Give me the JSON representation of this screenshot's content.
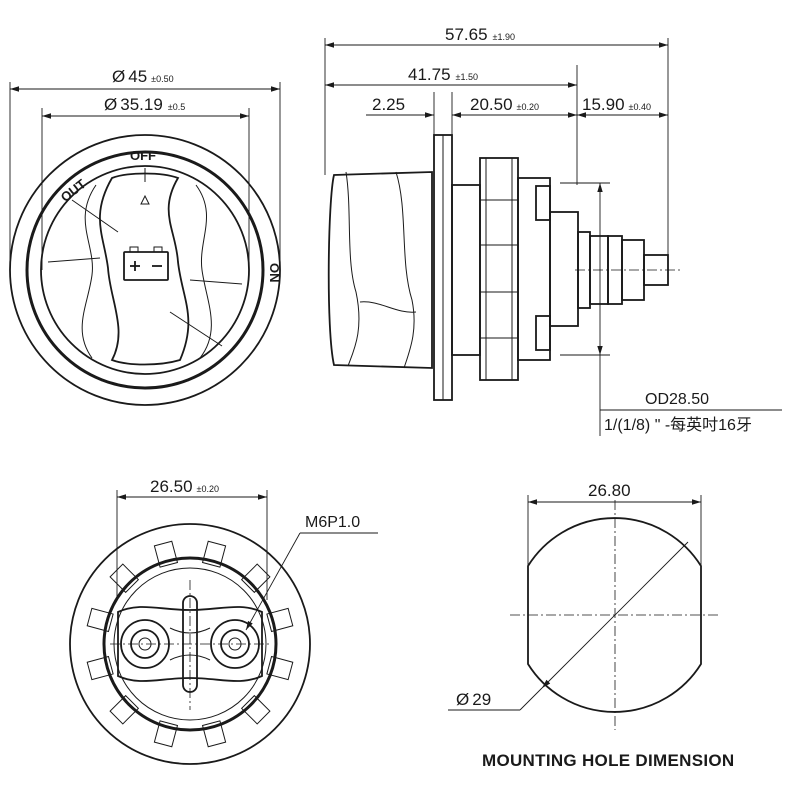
{
  "front_view": {
    "outer_dia": {
      "symbol": "Ø",
      "value": "45",
      "tol": "±0.50"
    },
    "inner_dia": {
      "symbol": "Ø",
      "value": "35.19",
      "tol": "±0.5"
    },
    "labels": {
      "out": "OUT",
      "off": "OFF",
      "on": "ON"
    }
  },
  "side_view": {
    "overall": {
      "value": "57.65",
      "tol": "±1.90"
    },
    "length2": {
      "value": "41.75",
      "tol": "±1.50"
    },
    "flange": {
      "value": "2.25"
    },
    "body": {
      "value": "20.50",
      "tol": "±0.20"
    },
    "stud": {
      "value": "15.90",
      "tol": "±0.40"
    },
    "od": "OD28.50",
    "thread": "1/(1/8) \" -每英吋16牙"
  },
  "rear_view": {
    "width": {
      "value": "26.50",
      "tol": "±0.20"
    },
    "stud_thread": "M6P1.0"
  },
  "mounting_hole": {
    "width": "26.80",
    "dia": {
      "symbol": "Ø",
      "value": "29"
    },
    "title": "MOUNTING HOLE DIMENSION"
  }
}
